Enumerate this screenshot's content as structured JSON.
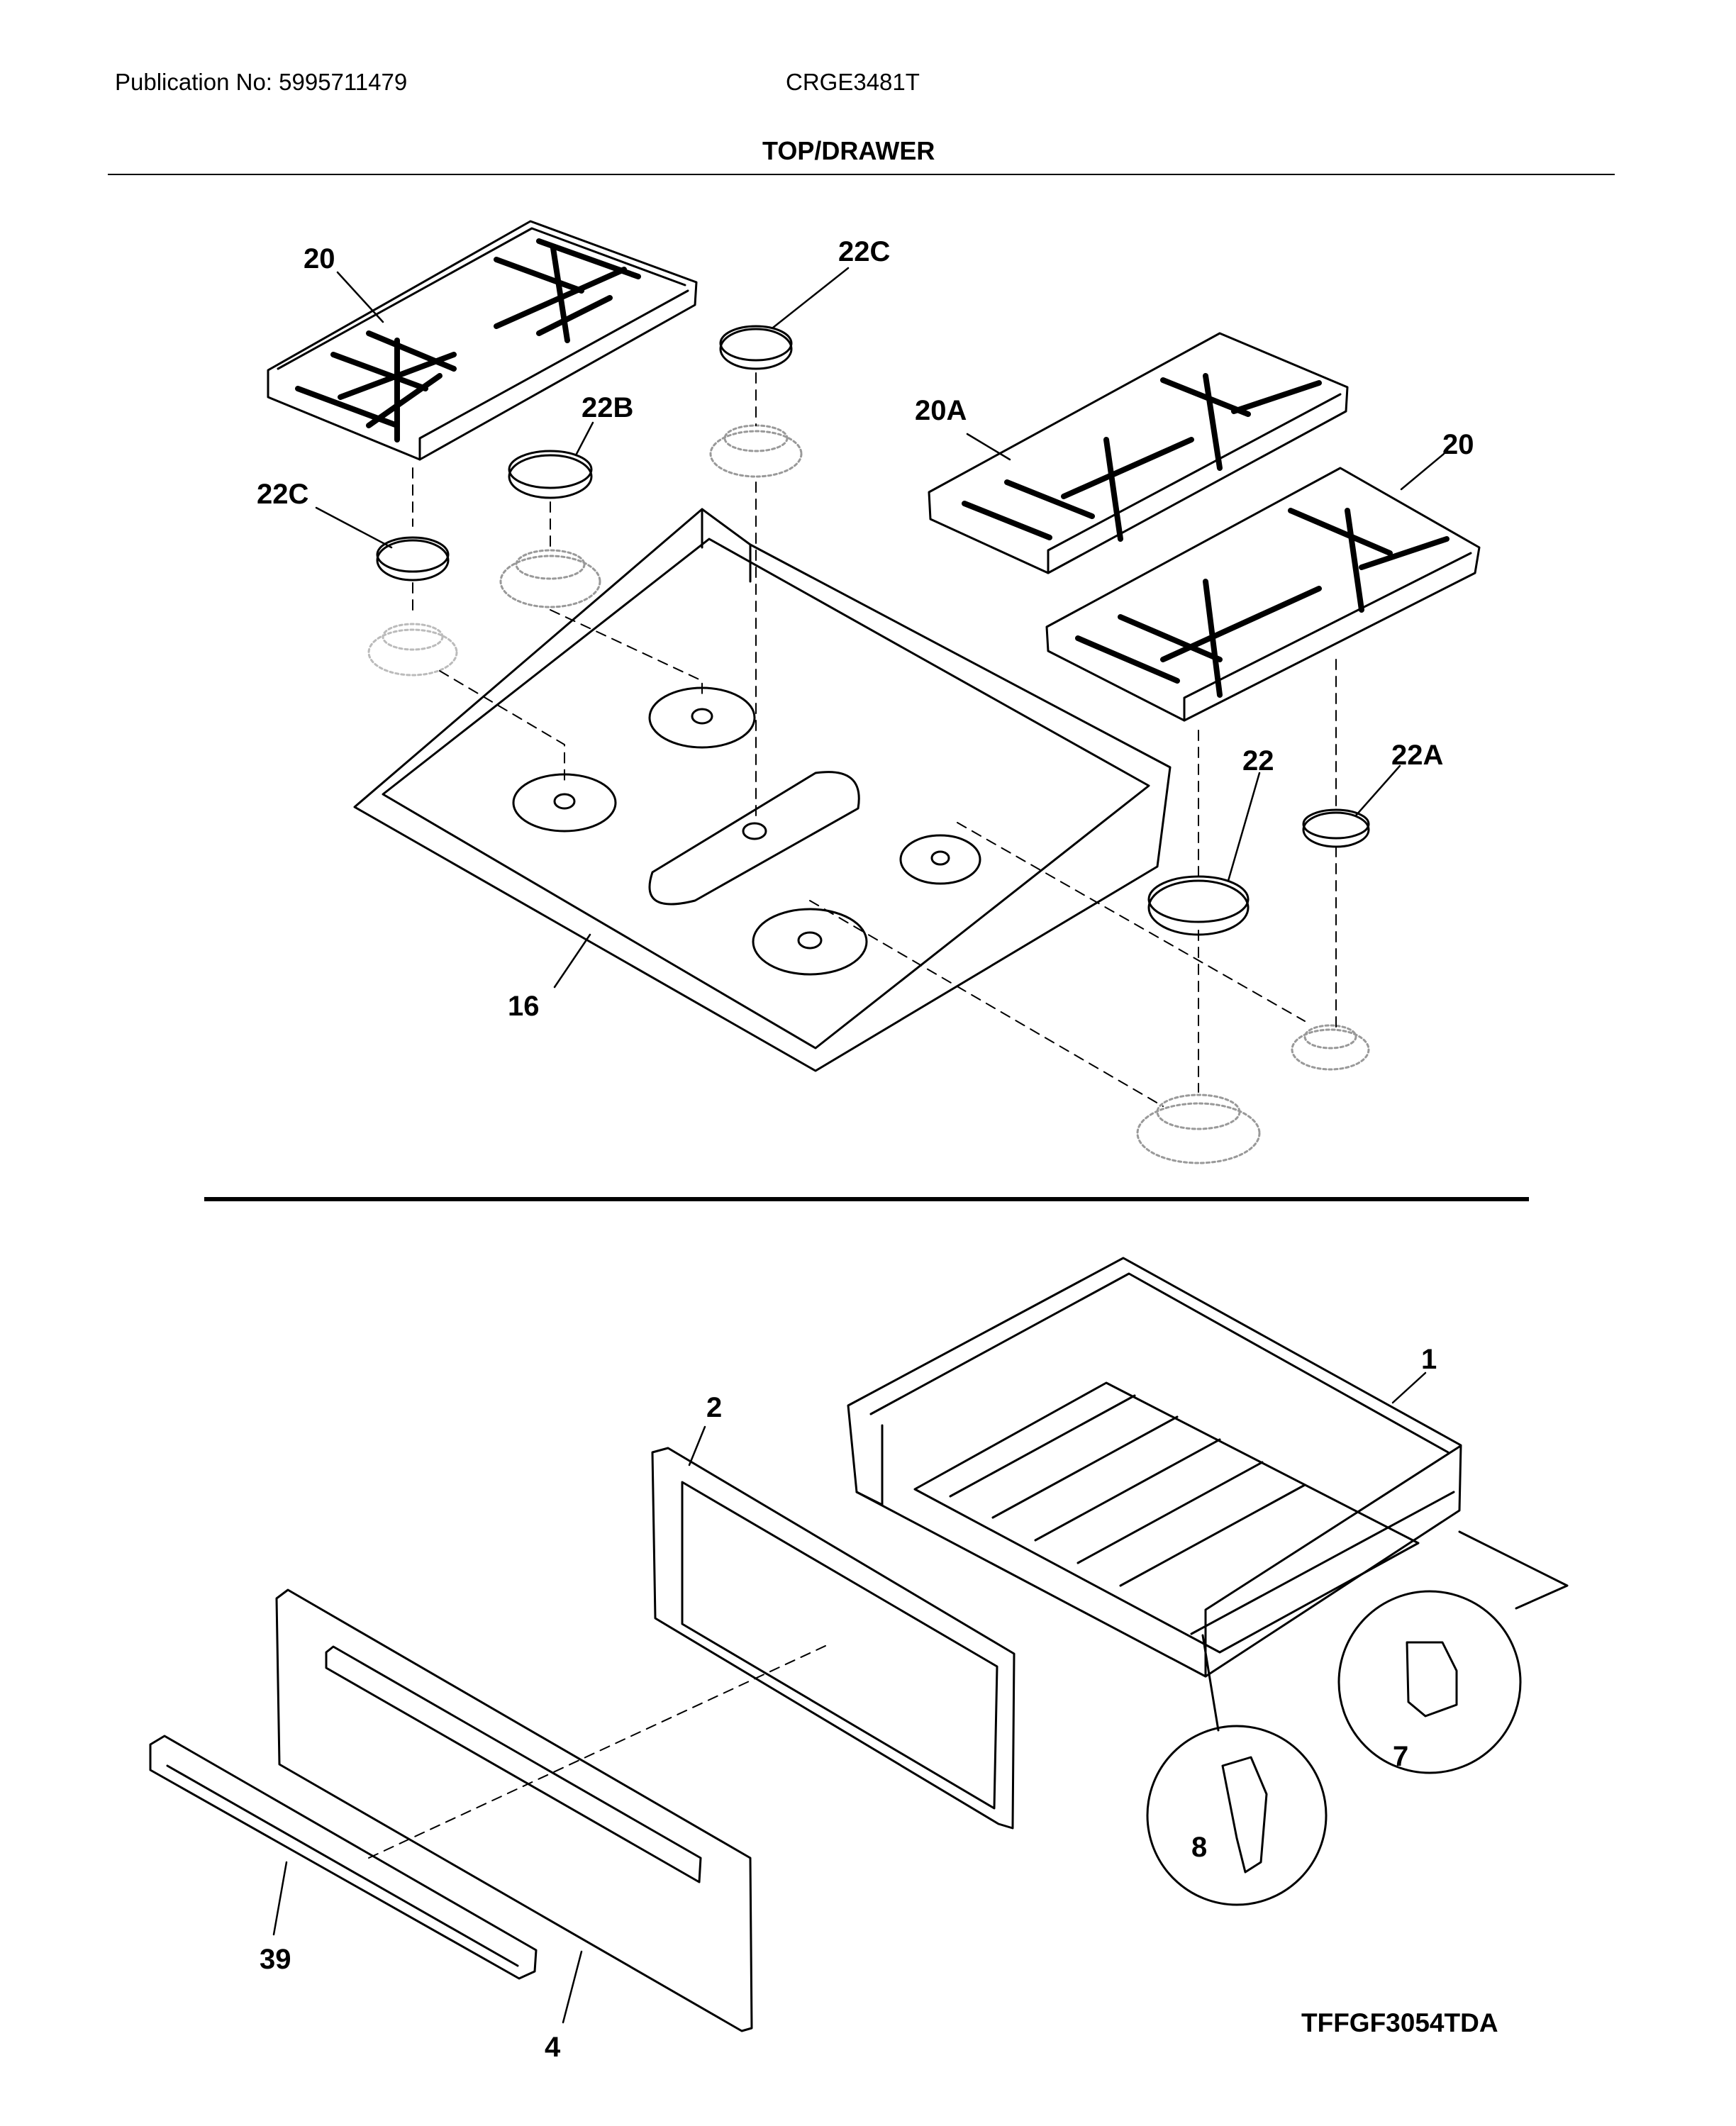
{
  "header": {
    "publication": "Publication No: 5995711479",
    "model": "CRGE3481T",
    "title": "TOP/DRAWER"
  },
  "callouts": {
    "grate_left": "20",
    "cap_22c_top": "22C",
    "cap_22b": "22B",
    "cap_22c_left": "22C",
    "grate_20a": "20A",
    "grate_right": "20",
    "cap_22": "22",
    "cap_22a": "22A",
    "cooktop": "16",
    "drawer_body": "1",
    "drawer_liner": "2",
    "rail_7": "7",
    "rail_8": "8",
    "handle": "39",
    "drawer_front": "4"
  },
  "footer": {
    "drawing_code": "TFFGF3054TDA"
  }
}
